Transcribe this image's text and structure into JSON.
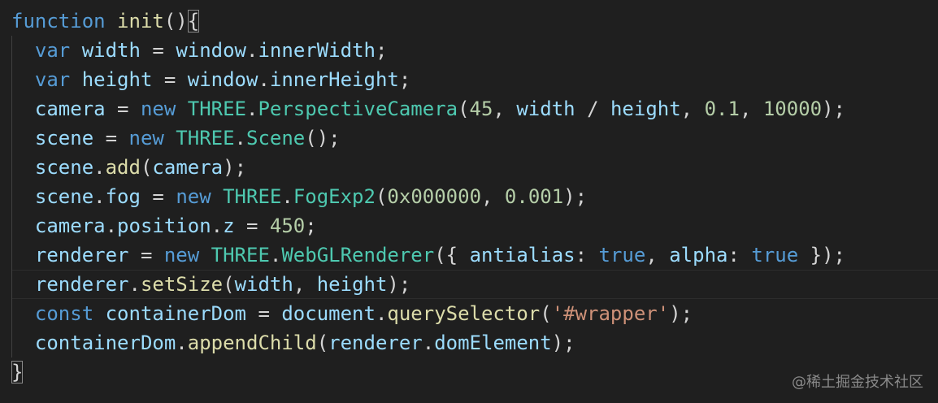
{
  "code_lines": [
    [
      {
        "t": "function",
        "c": "kw"
      },
      {
        "t": " ",
        "c": "pun"
      },
      {
        "t": "init",
        "c": "fn"
      },
      {
        "t": "()",
        "c": "pun"
      },
      {
        "t": "{",
        "c": "pun",
        "hl": true
      }
    ],
    [
      {
        "t": "  var",
        "c": "kw"
      },
      {
        "t": " width ",
        "c": "var"
      },
      {
        "t": "= ",
        "c": "pun"
      },
      {
        "t": "window",
        "c": "var"
      },
      {
        "t": ".",
        "c": "pun"
      },
      {
        "t": "innerWidth",
        "c": "var"
      },
      {
        "t": ";",
        "c": "pun"
      }
    ],
    [
      {
        "t": "  var",
        "c": "kw"
      },
      {
        "t": " height ",
        "c": "var"
      },
      {
        "t": "= ",
        "c": "pun"
      },
      {
        "t": "window",
        "c": "var"
      },
      {
        "t": ".",
        "c": "pun"
      },
      {
        "t": "innerHeight",
        "c": "var"
      },
      {
        "t": ";",
        "c": "pun"
      }
    ],
    [
      {
        "t": "  camera ",
        "c": "var"
      },
      {
        "t": "= ",
        "c": "pun"
      },
      {
        "t": "new ",
        "c": "kw"
      },
      {
        "t": "THREE",
        "c": "cls"
      },
      {
        "t": ".",
        "c": "pun"
      },
      {
        "t": "PerspectiveCamera",
        "c": "cls"
      },
      {
        "t": "(",
        "c": "pun"
      },
      {
        "t": "45",
        "c": "num"
      },
      {
        "t": ", ",
        "c": "pun"
      },
      {
        "t": "width ",
        "c": "var"
      },
      {
        "t": "/ ",
        "c": "pun"
      },
      {
        "t": "height",
        "c": "var"
      },
      {
        "t": ", ",
        "c": "pun"
      },
      {
        "t": "0.1",
        "c": "num"
      },
      {
        "t": ", ",
        "c": "pun"
      },
      {
        "t": "10000",
        "c": "num"
      },
      {
        "t": ");",
        "c": "pun"
      }
    ],
    [
      {
        "t": "  scene ",
        "c": "var"
      },
      {
        "t": "= ",
        "c": "pun"
      },
      {
        "t": "new ",
        "c": "kw"
      },
      {
        "t": "THREE",
        "c": "cls"
      },
      {
        "t": ".",
        "c": "pun"
      },
      {
        "t": "Scene",
        "c": "cls"
      },
      {
        "t": "();",
        "c": "pun"
      }
    ],
    [
      {
        "t": "  scene",
        "c": "var"
      },
      {
        "t": ".",
        "c": "pun"
      },
      {
        "t": "add",
        "c": "fn"
      },
      {
        "t": "(",
        "c": "pun"
      },
      {
        "t": "camera",
        "c": "var"
      },
      {
        "t": ");",
        "c": "pun"
      }
    ],
    [
      {
        "t": "  scene",
        "c": "var"
      },
      {
        "t": ".",
        "c": "pun"
      },
      {
        "t": "fog ",
        "c": "var"
      },
      {
        "t": "= ",
        "c": "pun"
      },
      {
        "t": "new ",
        "c": "kw"
      },
      {
        "t": "THREE",
        "c": "cls"
      },
      {
        "t": ".",
        "c": "pun"
      },
      {
        "t": "FogExp2",
        "c": "cls"
      },
      {
        "t": "(",
        "c": "pun"
      },
      {
        "t": "0x000000",
        "c": "num"
      },
      {
        "t": ", ",
        "c": "pun"
      },
      {
        "t": "0.001",
        "c": "num"
      },
      {
        "t": ");",
        "c": "pun"
      }
    ],
    [
      {
        "t": "  camera",
        "c": "var"
      },
      {
        "t": ".",
        "c": "pun"
      },
      {
        "t": "position",
        "c": "var"
      },
      {
        "t": ".",
        "c": "pun"
      },
      {
        "t": "z ",
        "c": "var"
      },
      {
        "t": "= ",
        "c": "pun"
      },
      {
        "t": "450",
        "c": "num"
      },
      {
        "t": ";",
        "c": "pun"
      }
    ],
    [
      {
        "t": "  renderer ",
        "c": "var"
      },
      {
        "t": "= ",
        "c": "pun"
      },
      {
        "t": "new ",
        "c": "kw"
      },
      {
        "t": "THREE",
        "c": "cls"
      },
      {
        "t": ".",
        "c": "pun"
      },
      {
        "t": "WebGLRenderer",
        "c": "cls"
      },
      {
        "t": "({ ",
        "c": "pun"
      },
      {
        "t": "antialias",
        "c": "var"
      },
      {
        "t": ": ",
        "c": "pun"
      },
      {
        "t": "true",
        "c": "bool"
      },
      {
        "t": ", ",
        "c": "pun"
      },
      {
        "t": "alpha",
        "c": "var"
      },
      {
        "t": ": ",
        "c": "pun"
      },
      {
        "t": "true",
        "c": "bool"
      },
      {
        "t": " });",
        "c": "pun"
      }
    ],
    [
      {
        "t": "  renderer",
        "c": "var"
      },
      {
        "t": ".",
        "c": "pun"
      },
      {
        "t": "setSize",
        "c": "fn"
      },
      {
        "t": "(",
        "c": "pun"
      },
      {
        "t": "width",
        "c": "var"
      },
      {
        "t": ", ",
        "c": "pun"
      },
      {
        "t": "height",
        "c": "var"
      },
      {
        "t": ");",
        "c": "pun"
      }
    ],
    [
      {
        "t": "  const ",
        "c": "kw"
      },
      {
        "t": "containerDom ",
        "c": "var"
      },
      {
        "t": "= ",
        "c": "pun"
      },
      {
        "t": "document",
        "c": "var"
      },
      {
        "t": ".",
        "c": "pun"
      },
      {
        "t": "querySelector",
        "c": "fn"
      },
      {
        "t": "(",
        "c": "pun"
      },
      {
        "t": "'#wrapper'",
        "c": "str"
      },
      {
        "t": ");",
        "c": "pun"
      }
    ],
    [
      {
        "t": "  containerDom",
        "c": "var"
      },
      {
        "t": ".",
        "c": "pun"
      },
      {
        "t": "appendChild",
        "c": "fn"
      },
      {
        "t": "(",
        "c": "pun"
      },
      {
        "t": "renderer",
        "c": "var"
      },
      {
        "t": ".",
        "c": "pun"
      },
      {
        "t": "domElement",
        "c": "var"
      },
      {
        "t": ");",
        "c": "pun"
      }
    ],
    [
      {
        "t": "}",
        "c": "pun",
        "hl": true
      }
    ]
  ],
  "watermark": "@稀土掘金技术社区",
  "colors": {
    "background": "#1f1f1f",
    "keyword": "#569cd6",
    "variable": "#9cdcfe",
    "class": "#4ec9b0",
    "function": "#dcdcaa",
    "number": "#b5cea8",
    "string": "#ce9178",
    "punctuation": "#d4d4d4"
  }
}
